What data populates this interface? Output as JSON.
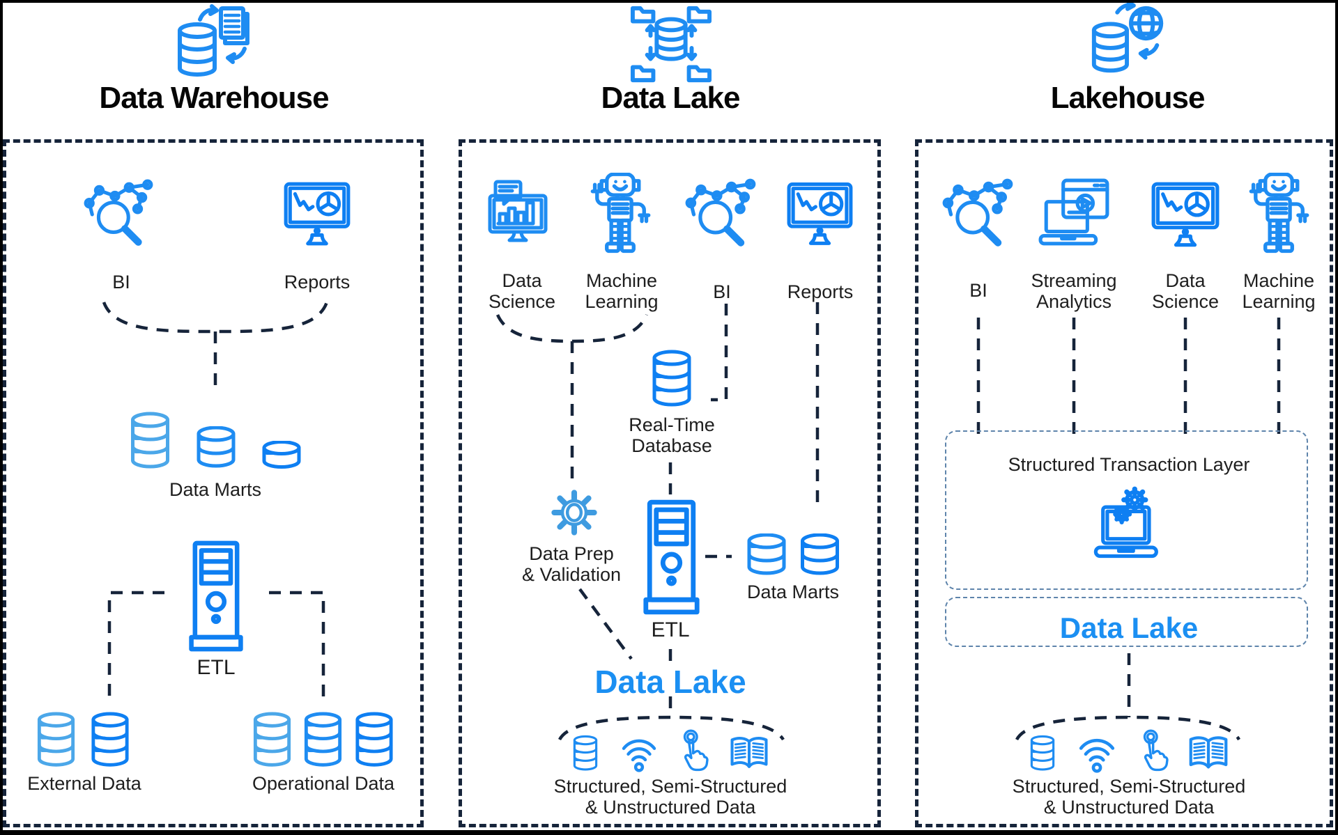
{
  "colors": {
    "accent_blue": "#1E8CF2",
    "accent_blue_light": "#4BA7E9",
    "data_lake_text_blue": "#1B8FF2",
    "connector_dark_navy": "#16243A",
    "thin_box_blue": "#5E84AB",
    "title_black": "#060606"
  },
  "header": {
    "warehouse_title": "Data Warehouse",
    "lake_title": "Data Lake",
    "lakehouse_title": "Lakehouse"
  },
  "warehouse": {
    "bi": "BI",
    "reports": "Reports",
    "data_marts": "Data Marts",
    "etl": "ETL",
    "external_data": "External Data",
    "operational_data": "Operational Data"
  },
  "lake": {
    "data_science_l1": "Data",
    "data_science_l2": "Science",
    "ml_l1": "Machine",
    "ml_l2": "Learning",
    "bi": "BI",
    "reports": "Reports",
    "rtd_l1": "Real-Time",
    "rtd_l2": "Database",
    "prep_l1": "Data Prep",
    "prep_l2": "& Validation",
    "etl": "ETL",
    "data_marts": "Data Marts",
    "data_lake": "Data Lake",
    "sources_l1": "Structured, Semi-Structured",
    "sources_l2": "& Unstructured Data"
  },
  "lakehouse": {
    "bi": "BI",
    "streaming_l1": "Streaming",
    "streaming_l2": "Analytics",
    "ds_l1": "Data",
    "ds_l2": "Science",
    "ml_l1": "Machine",
    "ml_l2": "Learning",
    "stl": "Structured Transaction Layer",
    "data_lake": "Data Lake",
    "sources_l1": "Structured, Semi-Structured",
    "sources_l2": "& Unstructured Data"
  }
}
